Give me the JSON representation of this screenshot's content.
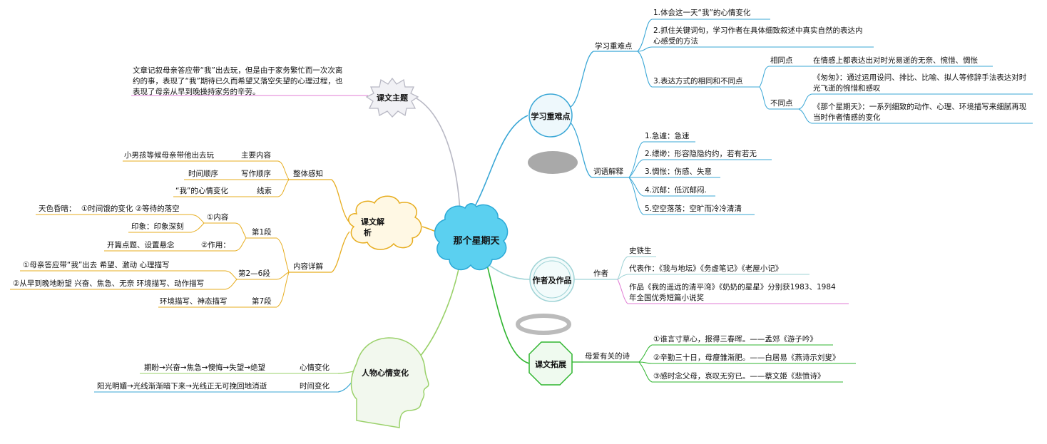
{
  "center": "那个星期天",
  "colors": {
    "center_fill": "#5bd0f0",
    "blue": "#3aa7d6",
    "gray": "#b8b8c4",
    "orange": "#e7ad1f",
    "teal": "#9fd3d6",
    "pink": "#e07bd4",
    "green": "#2fb52f",
    "lime": "#9ad16a"
  },
  "main_nodes": {
    "key_points": "学习重难点",
    "author_works": "作者及作品",
    "extension": "课文拓展",
    "theme": "课文主题",
    "analysis_line1": "课文解",
    "analysis_line2": "析",
    "character": "人物心情变化"
  },
  "key_points": {
    "label": "学习重难点",
    "items": {
      "i1": "1.体会这一天“我”的心情变化",
      "i2": "2.抓住关键词句，学习作者在具体细致叙述中真实自然的表达内心感受的方法",
      "i3": "3.表达方式的相同和不同点"
    },
    "same_label": "相同点",
    "same_text": "在情感上都表达出对时光易逝的无奈、惋惜、惆怅",
    "diff_label": "不同点",
    "diff1": "《匆匆》：通过运用设问、排比、比喻、拟人等修辞手法表达对时光飞逝的惋惜和感叹",
    "diff2": "《那个星期天》：一系列细致的动作、心理、环境描写来细腻再现当时作者情感的变化"
  },
  "vocab": {
    "label": "词语解释",
    "items": {
      "v1": "1.急遽：急速",
      "v2": "2.缥缈：形容隐隐约约，若有若无",
      "v3": "3.惆怅：伤感、失意",
      "v4": "4.沉郁：低沉郁闷.",
      "v5": "5.空空落落：空旷而冷冷清清"
    }
  },
  "author": {
    "label": "作者",
    "name": "史铁生",
    "works": "代表作：《我与地坛》《务虚笔记》《老屋小记》",
    "awards": "作品《我的遥远的清平湾》《奶奶的星星》分别获1983、1984年全国优秀短篇小说奖"
  },
  "extension": {
    "label": "母爱有关的诗",
    "p1": "①谁言寸草心，报得三春晖。——孟郊《游子吟》",
    "p2": "②辛勤三十日，母瘦雏渐肥。——白居易《燕诗示刘叟》",
    "p3": "③感时念父母，哀叹无穷已。——蔡文姬《悲愤诗》"
  },
  "theme": {
    "text": "文章记叙母亲答应带“我”出去玩，但是由于家务繁忙而一次次离约的事，表现了“我”期待已久而希望又落空失望的心理过程，也表现了母亲从早到晚操持家务的辛劳。"
  },
  "analysis": {
    "overall": "整体感知",
    "main_content_label": "主要内容",
    "main_content": "小男孩等候母亲带他出去玩",
    "order_label": "写作顺序",
    "order": "时间顺序",
    "clue_label": "线索",
    "clue": "“我”的心情变化",
    "detail": "内容详解",
    "para1": "第1段",
    "content1": "①内容",
    "sky": "天色昏暗：",
    "sky_items": "①时间饿的变化 ②等待的落空",
    "impression": "印象：印象深刻",
    "effect2": "②作用：",
    "opening": "开篇点题、设置悬念",
    "para2_6": "第2—6段",
    "p26a": "①母亲答应带“我”出去 希望、激动 心理描写",
    "p26b": "②从早到晚地盼望 兴奋、焦急、无奈 环境描写、动作描写",
    "para7": "第7段",
    "p7": "环境描写、神态描写"
  },
  "character": {
    "mood_label": "心情变化",
    "mood": "期盼→兴奋→焦急→懊悔→失望→绝望",
    "time_label": "时间变化",
    "time": "阳光明媚→光线渐渐暗下来→光线正无可挽回地消逝"
  }
}
